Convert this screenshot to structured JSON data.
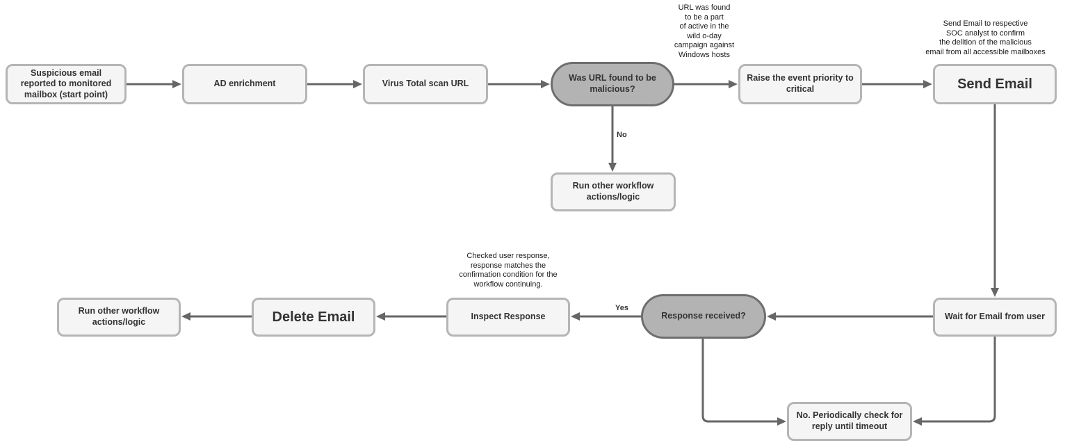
{
  "diagram": {
    "colors": {
      "node_fill": "#f5f5f5",
      "node_border": "#b5b5b5",
      "decision_fill": "#b3b3b3",
      "decision_border": "#6e6e6e",
      "arrow": "#666666",
      "text": "#333333",
      "annotation_text": "#1a1a1a"
    },
    "nodes": [
      {
        "id": "start",
        "type": "process",
        "label": "Suspicious email reported to monitored mailbox (start point)"
      },
      {
        "id": "ad-enrichment",
        "type": "process",
        "label": "AD enrichment"
      },
      {
        "id": "virustotal-scan",
        "type": "process",
        "label": "Virus Total scan URL"
      },
      {
        "id": "url-malicious",
        "type": "decision",
        "label": "Was URL found to be malicious?"
      },
      {
        "id": "raise-priority",
        "type": "process",
        "label": "Raise the event priority to critical"
      },
      {
        "id": "send-email",
        "type": "process",
        "label": "Send Email"
      },
      {
        "id": "run-other-workflow-top",
        "type": "process",
        "label": "Run other workflow actions/logic"
      },
      {
        "id": "wait-for-email",
        "type": "process",
        "label": "Wait for Email from user"
      },
      {
        "id": "response-received",
        "type": "decision",
        "label": "Response received?"
      },
      {
        "id": "inspect-response",
        "type": "process",
        "label": "Inspect Response"
      },
      {
        "id": "delete-email",
        "type": "process",
        "label": "Delete Email"
      },
      {
        "id": "run-other-workflow-bottom",
        "type": "process",
        "label": "Run other workflow actions/logic"
      },
      {
        "id": "periodic-check",
        "type": "process",
        "label": "No. Periodically check for reply until timeout"
      }
    ],
    "annotations": [
      {
        "id": "campaign-note",
        "text": "URL was found\nto be a part\nof active in the\nwild o-day\ncampaign against\nWindows hosts"
      },
      {
        "id": "send-email-note",
        "text": "Send Email to respective\nSOC analyst to confirm\nthe delition of the malicious\nemail from all accessible mailboxes"
      },
      {
        "id": "inspect-note",
        "text": "Checked user response,\nresponse matches the\nconfirmation condition for the\nworkflow continuing."
      }
    ],
    "edges": [
      {
        "from": "start",
        "to": "ad-enrichment",
        "label": ""
      },
      {
        "from": "ad-enrichment",
        "to": "virustotal-scan",
        "label": ""
      },
      {
        "from": "virustotal-scan",
        "to": "url-malicious",
        "label": ""
      },
      {
        "from": "url-malicious",
        "to": "raise-priority",
        "label": ""
      },
      {
        "from": "raise-priority",
        "to": "send-email",
        "label": ""
      },
      {
        "from": "url-malicious",
        "to": "run-other-workflow-top",
        "label": "No"
      },
      {
        "from": "send-email",
        "to": "wait-for-email",
        "label": ""
      },
      {
        "from": "wait-for-email",
        "to": "response-received",
        "label": ""
      },
      {
        "from": "response-received",
        "to": "inspect-response",
        "label": "Yes"
      },
      {
        "from": "inspect-response",
        "to": "delete-email",
        "label": ""
      },
      {
        "from": "delete-email",
        "to": "run-other-workflow-bottom",
        "label": ""
      },
      {
        "from": "response-received",
        "to": "periodic-check",
        "label": ""
      },
      {
        "from": "wait-for-email",
        "to": "periodic-check",
        "label": ""
      }
    ]
  }
}
